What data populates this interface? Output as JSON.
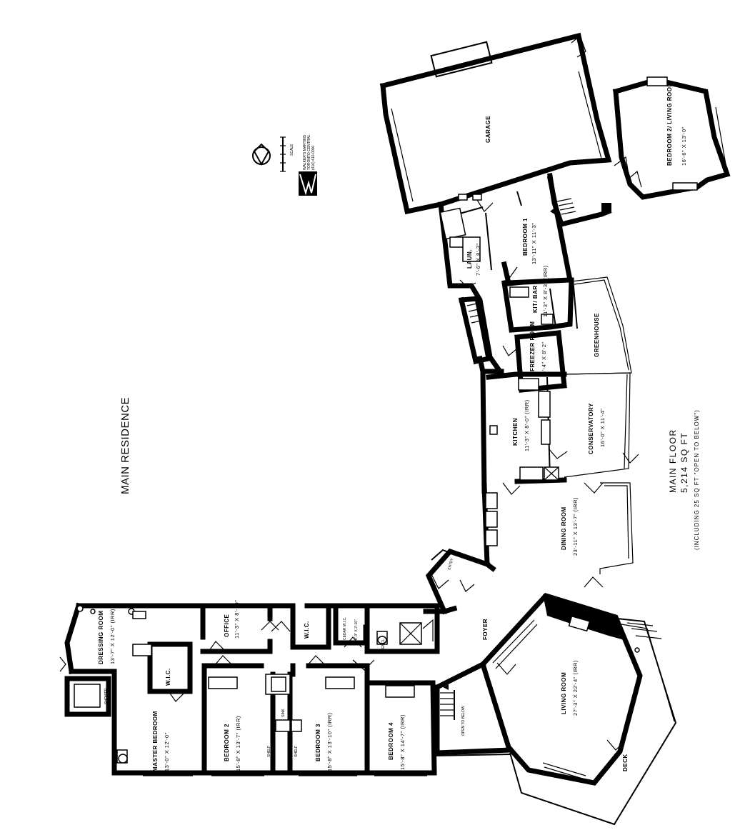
{
  "title": "MAIN RESIDENCE",
  "floor": {
    "name": "MAIN FLOOR",
    "area": "5,214 SQ FT",
    "note": "(INCLUDING 25 SQ FT \"OPEN TO BELOW\")"
  },
  "scale": {
    "label": "SCALE",
    "company": "WALKER'S MARTINS",
    "office": "TORONTO CENTRAL",
    "phone": "(416) 410-0000"
  },
  "rooms": {
    "garage": {
      "name": "GARAGE"
    },
    "bedroom2_living": {
      "name": "BEDROOM 2/ LIVING ROOM",
      "dims": "16'-6\" X 13'-0\""
    },
    "bedroom1": {
      "name": "BEDROOM 1",
      "dims": "13'-11\" X 11'-3\""
    },
    "laundry": {
      "name": "LAUN.",
      "dims": "7'-6\" X 8'-3\""
    },
    "kitbar": {
      "name": "KIT/ BAR",
      "dims": "11'-3\" X 8'-3\" (IRR)"
    },
    "greenhouse": {
      "name": "GREENHOUSE"
    },
    "freezer": {
      "name": "FREEZER ROOM",
      "dims": "8'-4\" X 8'-2\""
    },
    "kitchen": {
      "name": "KITCHEN",
      "dims": "11'-3\" X 8'-0\" (IRR)"
    },
    "conservatory": {
      "name": "CONSERVATORY",
      "dims": "16'-0\" X 11'-4\""
    },
    "dining": {
      "name": "DINING ROOM",
      "dims": "23'-11\" X 13'-7\" (IRR)"
    },
    "foyer": {
      "name": "FOYER"
    },
    "entry": {
      "name": "ENTRY"
    },
    "living": {
      "name": "LIVING ROOM",
      "dims": "27'-3\" X 22'-4\" (IRR)"
    },
    "deck": {
      "name": "DECK"
    },
    "office": {
      "name": "OFFICE",
      "dims": "11'-3\" X 8'-10\""
    },
    "wic_hall": {
      "name": "W.I.C."
    },
    "cedar_wic": {
      "name": "CEDAR W.I.C.",
      "dims": "8'-3\" X 2'-10\""
    },
    "dressing": {
      "name": "DRESSING ROOM",
      "dims": "13'-7\" X 12'-0\" (IRR)"
    },
    "master_wic": {
      "name": "W.I.C."
    },
    "master": {
      "name": "MASTER BEDROOM",
      "dims": "13'-0\" X 12'-0\""
    },
    "bedroom2": {
      "name": "BEDROOM 2",
      "dims": "15'-8\" X 13'-7\" (IRR)"
    },
    "bedroom3": {
      "name": "BEDROOM 3",
      "dims": "15'-8\" X 13'-10\" (IRR)"
    },
    "bedroom4": {
      "name": "BEDROOM 4",
      "dims": "15'-8\" X 14'-7\" (IRR)"
    },
    "open_below": {
      "name": "OPEN TO BELOW"
    }
  },
  "fixtures": {
    "shower": "SHOWER",
    "shelf": "SHELF",
    "sink": "SINK",
    "enclosed": "ENCL."
  },
  "colors": {
    "ink": "#000000",
    "paper": "#ffffff"
  }
}
